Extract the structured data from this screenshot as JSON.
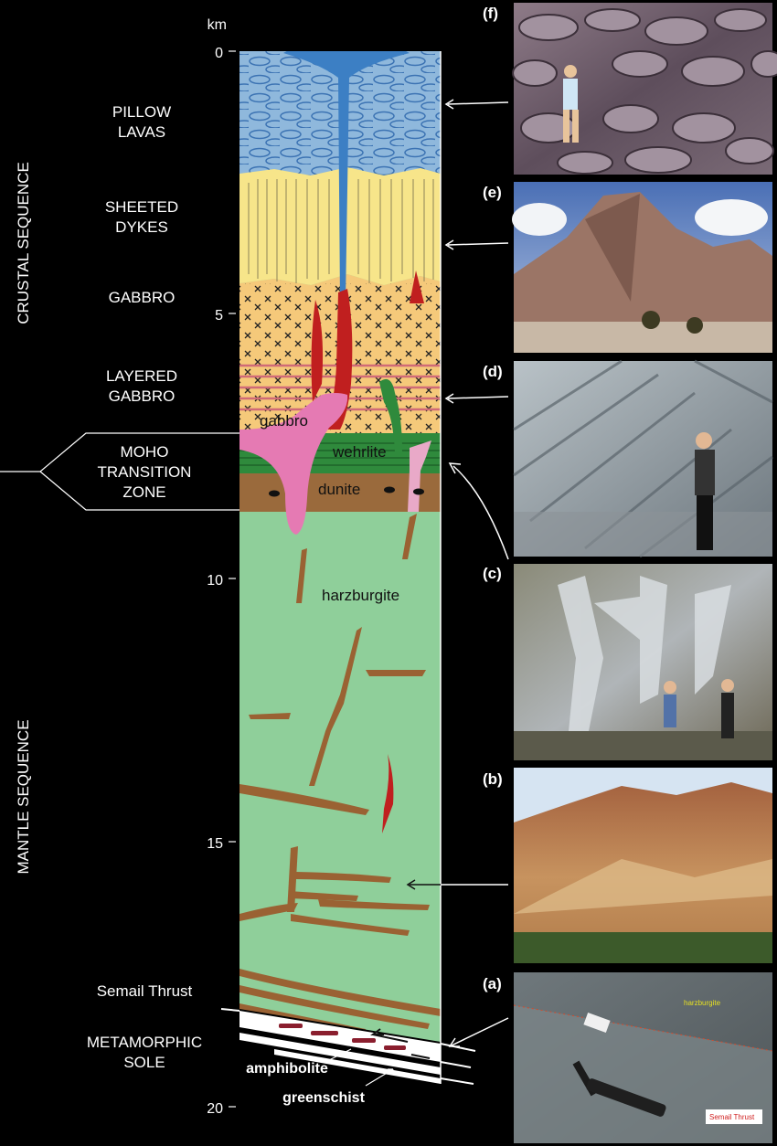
{
  "axis": {
    "unit": "km",
    "ticks": [
      "0",
      "5",
      "10",
      "15",
      "20"
    ]
  },
  "sequences": {
    "crustal": "CRUSTAL SEQUENCE",
    "mantle": "MANTLE SEQUENCE"
  },
  "layers": {
    "pillow": [
      "PILLOW",
      "LAVAS"
    ],
    "dykes": [
      "SHEETED",
      "DYKES"
    ],
    "gabbro": "GABBRO",
    "layered": [
      "LAYERED",
      "GABBRO"
    ],
    "moho": [
      "MOHO",
      "TRANSITION",
      "ZONE"
    ],
    "thrust": "Semail Thrust",
    "sole": [
      "METAMORPHIC",
      "SOLE"
    ]
  },
  "inline_labels": {
    "gabbro": "gabbro",
    "wehrlite": "wehrlite",
    "dunite": "dunite",
    "harzburgite": "harzburgite",
    "amphibolite": "amphibolite",
    "greenschist": "greenschist"
  },
  "photos": {
    "f": "(f)",
    "e": "(e)",
    "d": "(d)",
    "c": "(c)",
    "b": "(b)",
    "a": "(a)",
    "a_text_harzburgite": "harzburgite",
    "a_text_thrust": "Semail Thrust"
  },
  "colors": {
    "pillow": "#8fb8dc",
    "dykes": "#f7e58a",
    "gabbro": "#f5c97a",
    "transition": "#2f8a3c",
    "dunite": "#9a6a3c",
    "harzburgite": "#8fcf9a",
    "intrusion_red": "#c01f1f",
    "intrusion_pink": "#e57ab3",
    "vein_brown": "#9a6233"
  }
}
